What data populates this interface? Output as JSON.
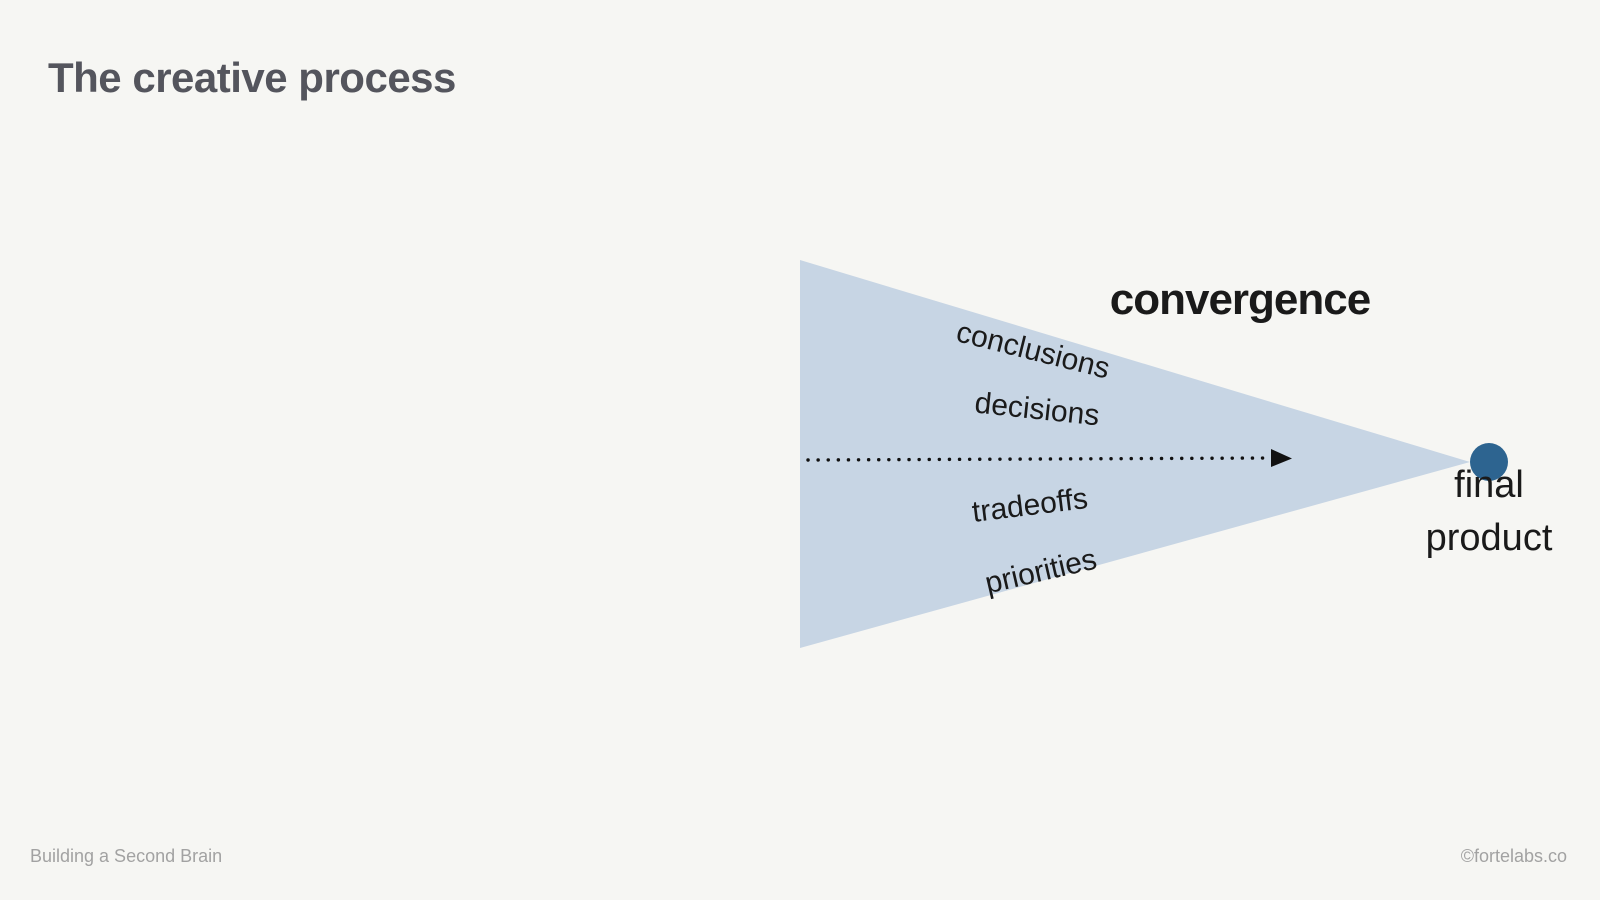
{
  "slide": {
    "title": "The creative process",
    "footer_left": "Building a Second Brain",
    "footer_right": "©fortelabs.co"
  },
  "diagram": {
    "heading": "convergence",
    "funnel_labels": [
      "conclusions",
      "decisions",
      "tradeoffs",
      "priorities"
    ],
    "endpoint": {
      "line1": "final",
      "line2": "product"
    },
    "colors": {
      "background": "#f6f6f3",
      "funnel_fill": "#c7d5e4",
      "endpoint_dot": "#2d6490",
      "title_text": "#54555d",
      "footer_text": "#a2a2a2",
      "label_text": "#1a1a1a",
      "arrow_color": "#111111"
    }
  }
}
